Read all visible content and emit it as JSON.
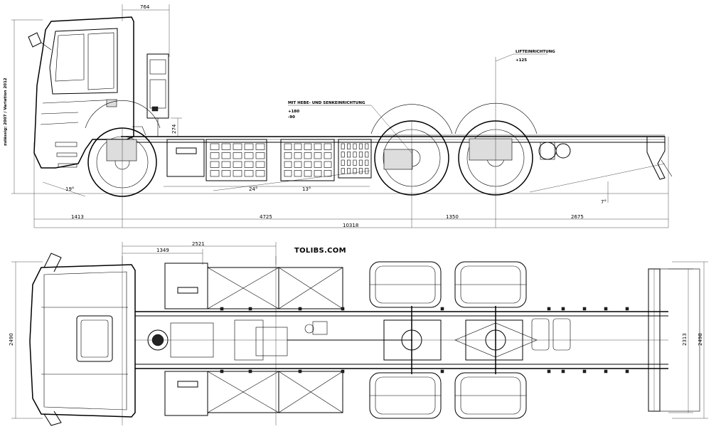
{
  "brand": "TOLIBS.COM",
  "side_view": {
    "annotations": {
      "lift_direction": "LIFTEINRICHTUNG",
      "lift_value": "+125",
      "lift_lower": "MIT HEBE- UND SENKEINRICHTUNG",
      "lift_plus": "+180",
      "lift_minus": "-90",
      "vertical_note": "zulässig: 2007 / Variation 2012"
    },
    "dimensions": {
      "cab_top": "764",
      "front_overhang": "1413",
      "wheelbase": "4725",
      "tandem": "1350",
      "rear_overhang": "2675",
      "total_length": "10318",
      "frame_height": "274",
      "front_angle": "19°",
      "mid_angle_1": "24°",
      "mid_angle_2": "13°",
      "rear_angle": "7°"
    }
  },
  "top_view": {
    "dimensions": {
      "offset_a": "1349",
      "offset_b": "2521",
      "overall_width": "2490",
      "axle_width": "2313",
      "rear_width": "2498"
    }
  }
}
